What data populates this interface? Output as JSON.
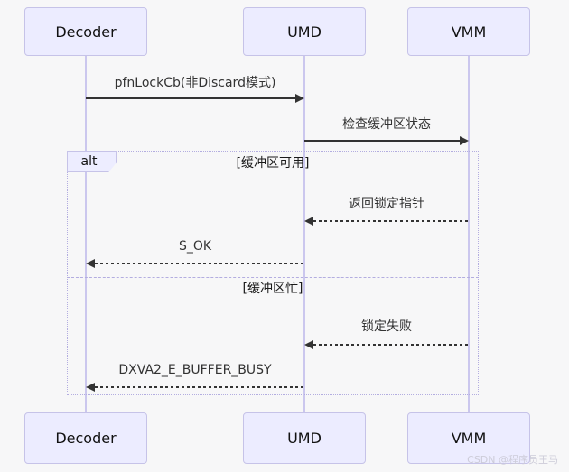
{
  "diagram": {
    "type": "sequence-diagram",
    "actors": [
      {
        "name": "Decoder"
      },
      {
        "name": "UMD"
      },
      {
        "name": "VMM"
      }
    ],
    "messages": [
      {
        "text": "pfnLockCb(非Discard模式)",
        "from": "Decoder",
        "to": "UMD",
        "style": "solid"
      },
      {
        "text": "检查缓冲区状态",
        "from": "UMD",
        "to": "VMM",
        "style": "solid"
      },
      {
        "text": "返回锁定指针",
        "from": "VMM",
        "to": "UMD",
        "style": "dashed"
      },
      {
        "text": "S_OK",
        "from": "UMD",
        "to": "Decoder",
        "style": "dashed"
      },
      {
        "text": "锁定失败",
        "from": "VMM",
        "to": "UMD",
        "style": "dashed"
      },
      {
        "text": "DXVA2_E_BUFFER_BUSY",
        "from": "UMD",
        "to": "Decoder",
        "style": "dashed"
      }
    ],
    "alt_frame": {
      "label": "alt",
      "branches": [
        {
          "guard": "[缓冲区可用]"
        },
        {
          "guard": "[缓冲区忙]"
        }
      ]
    },
    "colors": {
      "background": "#f7f7f8",
      "actor_fill": "#ECECFF",
      "actor_border": "#c6c3e8",
      "lifeline": "#cbc7ee",
      "frame_border": "#b3ade0",
      "arrow": "#333333",
      "watermark_text": "#cdccd9"
    },
    "watermark": "CSDN @程序员王马"
  }
}
